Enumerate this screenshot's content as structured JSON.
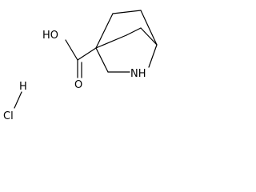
{
  "molecule": {
    "labels": {
      "hydroxyl": "HO",
      "carbonyl_oxygen": "O",
      "amine": "NH",
      "hydrogen": "H",
      "chlorine": "Cl"
    }
  }
}
